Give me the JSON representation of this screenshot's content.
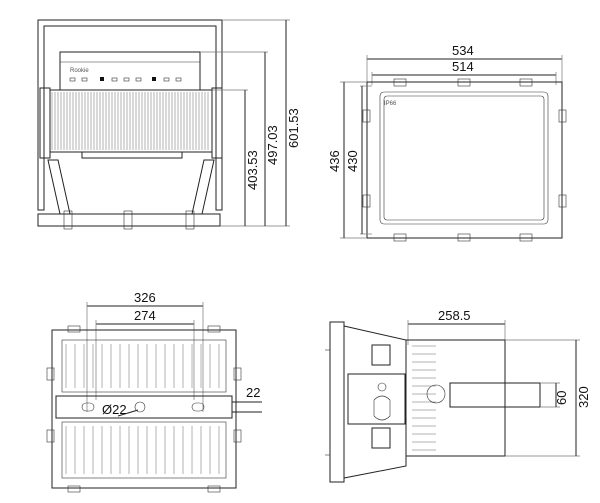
{
  "views": {
    "front": {
      "height_inner": "403.53",
      "height_mid": "497.03",
      "height_total": "601.53",
      "brand": "Rookie"
    },
    "rear": {
      "width_outer": "534",
      "width_inner": "514",
      "height_outer": "436",
      "height_inner": "430",
      "badge": "IP66"
    },
    "bottom": {
      "span_outer": "326",
      "span_inner": "274",
      "hole_diameter": "Ø22",
      "thickness": "22"
    },
    "side": {
      "depth": "258.5",
      "arm_height": "60",
      "height": "320"
    }
  }
}
